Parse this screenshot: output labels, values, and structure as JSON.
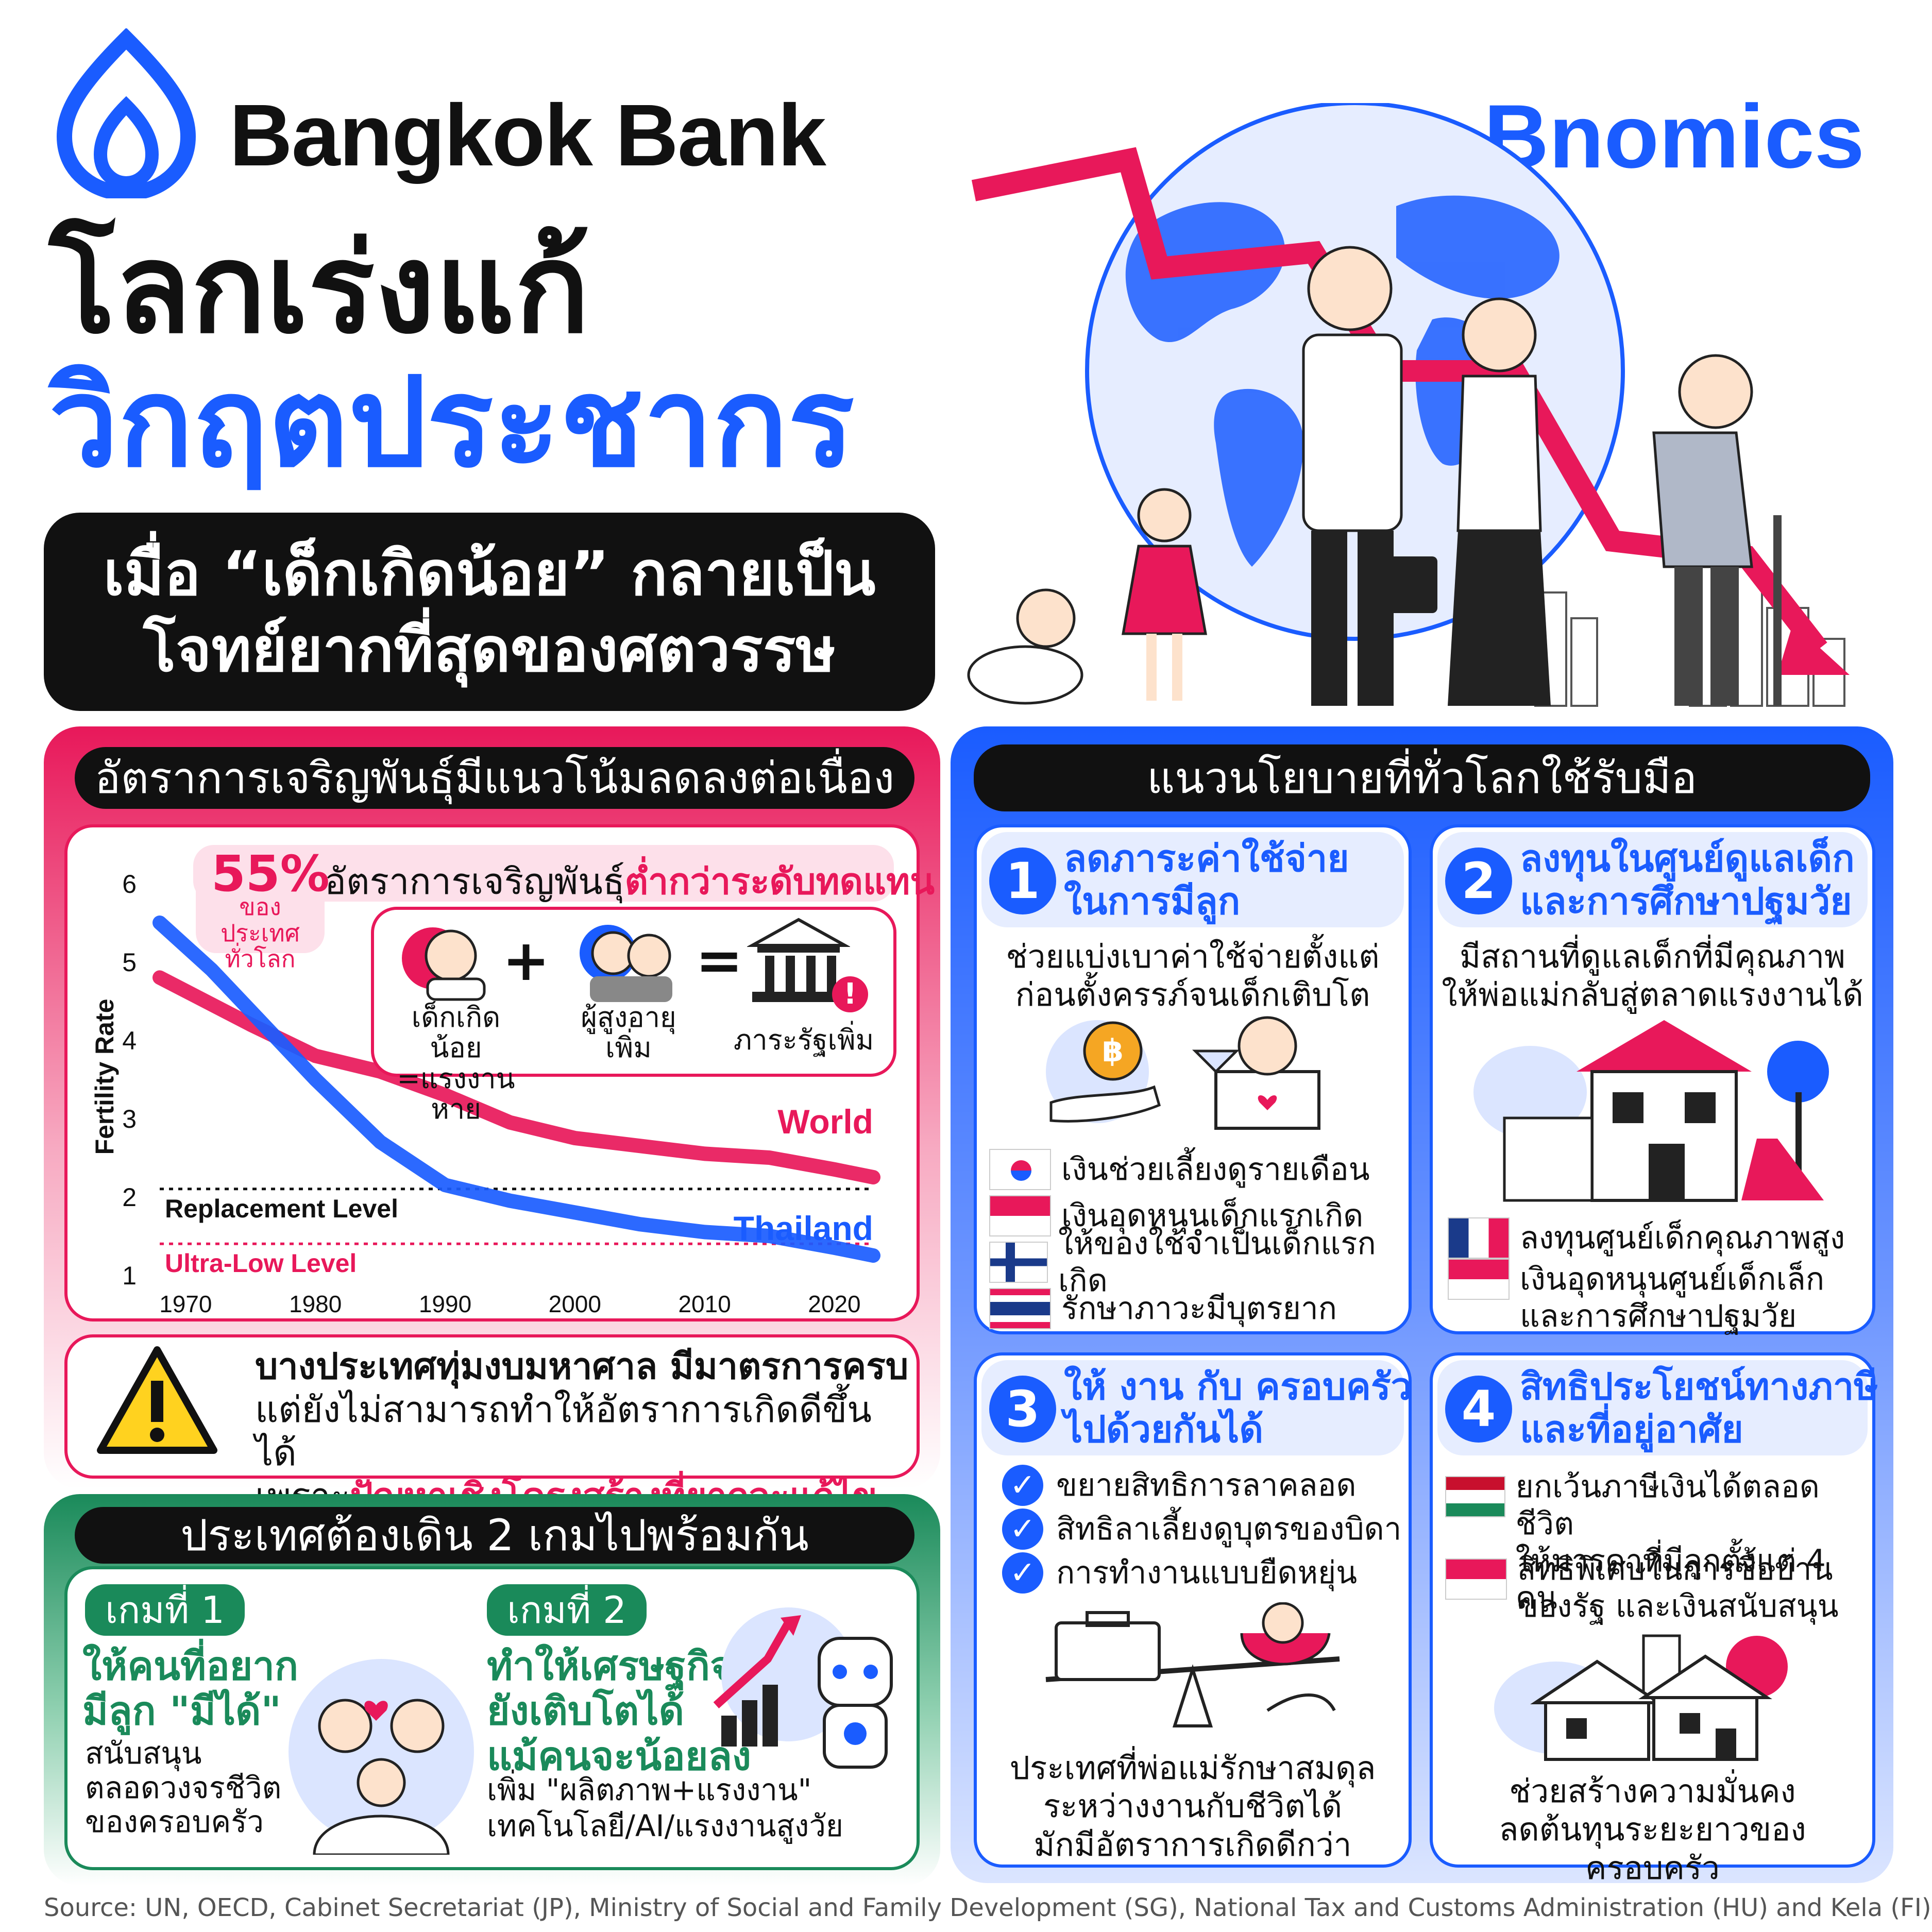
{
  "header": {
    "bank_name": "Bangkok Bank",
    "brand": "Bnomics",
    "title_line1": "โลกเร่งแก้",
    "title_line2": "วิกฤตประชากร",
    "subtitle_line1": "เมื่อ “เด็กเกิดน้อย” กลายเป็น",
    "subtitle_line2": "โจทย์ยากที่สุดของศตวรรษ"
  },
  "fertility_section": {
    "heading": "อัตราการเจริญพันธุ์มีแนวโน้มลดลงต่อเนื่อง",
    "stat_value": "55%",
    "stat_caption_line1": "ของประเทศ",
    "stat_caption_line2": "ทั่วโลก",
    "stat_text_prefix": "อัตราการเจริญพันธุ์",
    "stat_text_emph": "ต่ำกว่าระดับทดแทน",
    "equation": {
      "item1_line1": "เด็กเกิดน้อย",
      "item1_line2": "=แรงงานหาย",
      "item2_line1": "ผู้สูงอายุ",
      "item2_line2": "เพิ่ม",
      "result": "ภาระรัฐเพิ่ม",
      "plus": "+",
      "equals": "="
    }
  },
  "chart_data": {
    "type": "line",
    "ylabel": "Fertility Rate",
    "xlabel": "",
    "x_ticks": [
      "1970",
      "1980",
      "1990",
      "2000",
      "2010",
      "2020"
    ],
    "y_ticks": [
      "1",
      "2",
      "3",
      "4",
      "5",
      "6"
    ],
    "ylim": [
      1,
      6
    ],
    "xlim": [
      1968,
      2023
    ],
    "series": [
      {
        "name": "World",
        "color": "#e8185a",
        "x": [
          1968,
          1975,
          1980,
          1985,
          1990,
          1995,
          2000,
          2005,
          2010,
          2015,
          2020,
          2023
        ],
        "y": [
          4.8,
          4.2,
          3.8,
          3.6,
          3.3,
          2.95,
          2.75,
          2.65,
          2.55,
          2.5,
          2.35,
          2.25
        ]
      },
      {
        "name": "Thailand",
        "color": "#1a5cff",
        "x": [
          1968,
          1972,
          1976,
          1980,
          1985,
          1990,
          1995,
          2000,
          2005,
          2010,
          2015,
          2020,
          2023
        ],
        "y": [
          5.5,
          4.9,
          4.2,
          3.5,
          2.7,
          2.15,
          1.95,
          1.8,
          1.65,
          1.55,
          1.5,
          1.35,
          1.25
        ]
      }
    ],
    "reference_lines": [
      {
        "name": "Replacement Level",
        "y": 2.1,
        "color": "#111"
      },
      {
        "name": "Ultra-Low Level",
        "y": 1.4,
        "color": "#e8185a"
      }
    ]
  },
  "warning": {
    "line1": "บางประเทศทุ่มงบมหาศาล มีมาตรการครบ",
    "line2": "แต่ยังไม่สามารถทำให้อัตราการเกิดดีขึ้นได้",
    "line3_prefix": "เพราะ",
    "line3_emph": "ปัญหาเชิงโครงสร้างที่ยากจะแก้ไข"
  },
  "games_section": {
    "heading": "ประเทศต้องเดิน 2 เกมไปพร้อมกัน",
    "game1": {
      "tag": "เกมที่ 1",
      "title_line1": "ให้คนที่อยาก",
      "title_line2": "มีลูก \"มีได้\"",
      "desc_line1": "สนับสนุน",
      "desc_line2": "ตลอดวงจรชีวิต",
      "desc_line3": "ของครอบครัว"
    },
    "game2": {
      "tag": "เกมที่ 2",
      "title_line1": "ทำให้เศรษฐกิจ",
      "title_line2": "ยังเติบโตได้",
      "title_line3": "แม้คนจะน้อยลง",
      "desc_line1": "เพิ่ม \"ผลิตภาพ+แรงงาน\"",
      "desc_line2": "เทคโนโลยี/AI/แรงงานสูงวัย"
    }
  },
  "policy_section": {
    "heading": "แนวนโยบายที่ทั่วโลกใช้รับมือ",
    "policies": [
      {
        "num": "1",
        "title_line1": "ลดภาระค่าใช้จ่าย",
        "title_line2": "ในการมีลูก",
        "desc_line1": "ช่วยแบ่งเบาค่าใช้จ่ายตั้งแต่",
        "desc_line2": "ก่อนตั้งครรภ์จนเด็กเติบโต",
        "items": [
          {
            "flag": "KR",
            "text": "เงินช่วยเลี้ยงดูรายเดือน"
          },
          {
            "flag": "SG",
            "text": "เงินอุดหนุนเด็กแรกเกิด"
          },
          {
            "flag": "FI",
            "text": "ให้ของใช้จำเป็นเด็กแรกเกิด"
          },
          {
            "flag": "TH",
            "text": "รักษาภาวะมีบุตรยาก"
          }
        ]
      },
      {
        "num": "2",
        "title_line1": "ลงทุนในศูนย์ดูแลเด็ก",
        "title_line2": "และการศึกษาปฐมวัย",
        "desc_line1": "มีสถานที่ดูแลเด็กที่มีคุณภาพ",
        "desc_line2": "ให้พ่อแม่กลับสู่ตลาดแรงงานได้",
        "items": [
          {
            "flag": "FR",
            "text": "ลงทุนศูนย์เด็กคุณภาพสูง"
          },
          {
            "flag": "SG",
            "text": "เงินอุดหนุนศูนย์เด็กเล็ก"
          },
          {
            "flag": "",
            "text": "และการศึกษาปฐมวัย"
          }
        ]
      },
      {
        "num": "3",
        "title_line1": "ให้ งาน กับ ครอบครัว",
        "title_line2": "ไปด้วยกันได้",
        "items": [
          {
            "text": "ขยายสิทธิการลาคลอด"
          },
          {
            "text": "สิทธิลาเลี้ยงดูบุตรของบิดา"
          },
          {
            "text": "การทำงานแบบยืดหยุ่น"
          }
        ],
        "footer_line1": "ประเทศที่พ่อแม่รักษาสมดุล",
        "footer_line2": "ระหว่างงานกับชีวิตได้",
        "footer_line3": "มักมีอัตราการเกิดดีกว่า"
      },
      {
        "num": "4",
        "title_line1": "สิทธิประโยชน์ทางภาษี",
        "title_line2": "และที่อยู่อาศัย",
        "items": [
          {
            "flag": "HU",
            "line1": "ยกเว้นภาษีเงินได้ตลอดชีวิต",
            "line2": "ให้มารดาที่มีลูกตั้งแต่ 4 คน"
          },
          {
            "flag": "SG",
            "line1": "สิทธิพิเศษในการซื้อบ้าน",
            "line2": "ของรัฐ และเงินสนับสนุน"
          }
        ],
        "footer_line1": "ช่วยสร้างความมั่นคง",
        "footer_line2": "ลดต้นทุนระยะยาวของครอบครัว"
      }
    ]
  },
  "source": "Source: UN, OECD, Cabinet Secretariat (JP), Ministry of Social and Family Development (SG), National Tax and Customs Administration (HU) and Kela (FI)",
  "colors": {
    "blue": "#1a5cff",
    "pink": "#e8185a",
    "green": "#1a8a5a"
  }
}
